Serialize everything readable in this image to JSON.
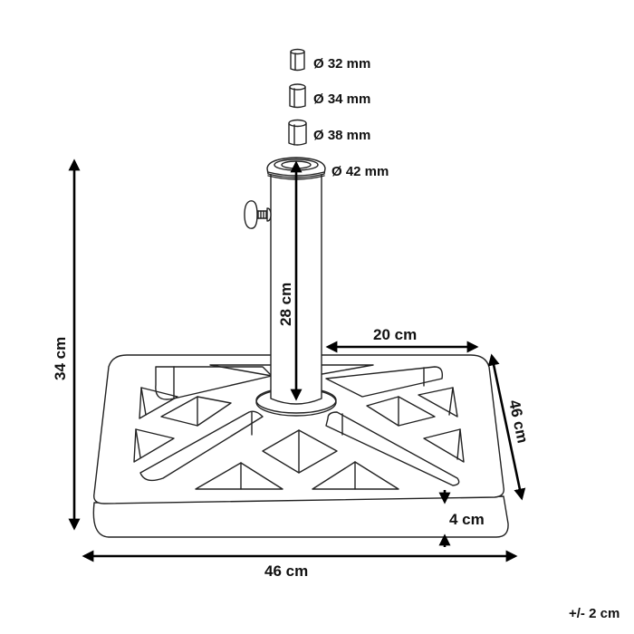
{
  "diagram": {
    "subject": "Square umbrella base with pole holder",
    "adapters": [
      {
        "label": "Ø 32 mm"
      },
      {
        "label": "Ø 34 mm"
      },
      {
        "label": "Ø 38 mm"
      },
      {
        "label": "Ø 42 mm"
      }
    ],
    "dimensions": {
      "total_height": "34 cm",
      "tube_height": "28 cm",
      "half_width": "20 cm",
      "depth": "46 cm",
      "base_thickness": "4 cm",
      "width": "46 cm"
    },
    "tolerance": "+/- 2 cm",
    "colors": {
      "line": "#222222",
      "arrow": "#000000",
      "background": "#ffffff"
    }
  }
}
